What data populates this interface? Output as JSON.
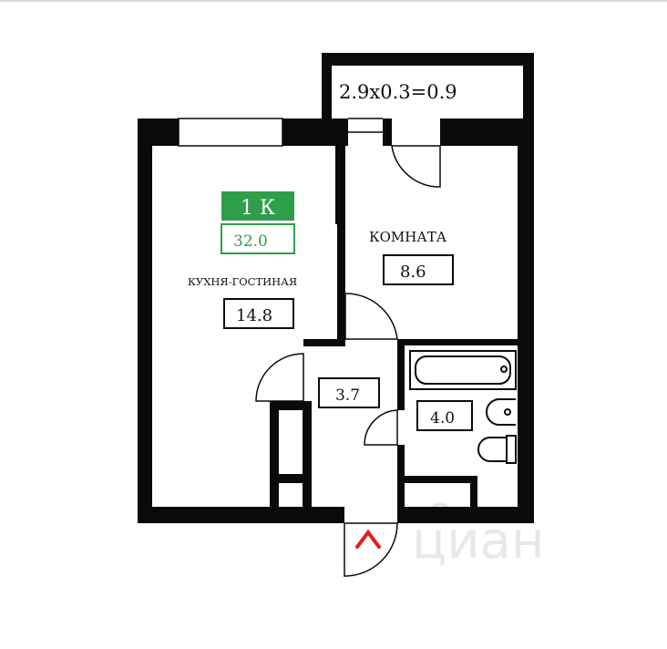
{
  "balcony": {
    "area_label": "2.9x0.3=0.9"
  },
  "badge": {
    "rooms": "1 К",
    "total_area": "32.0"
  },
  "kitchen": {
    "name": "КУХНЯ-ГОСТИНАЯ",
    "area": "14.8"
  },
  "room": {
    "name": "КОМНАТА",
    "area": "8.6"
  },
  "hall": {
    "area": "3.7"
  },
  "bathroom": {
    "area": "4.0"
  },
  "watermark": {
    "brand": "циан"
  },
  "colors": {
    "wall": "#0a0a0a",
    "badge_green": "#2f9e4a",
    "entrance_mark": "#e02020",
    "watermark": "#e6e6e6"
  }
}
